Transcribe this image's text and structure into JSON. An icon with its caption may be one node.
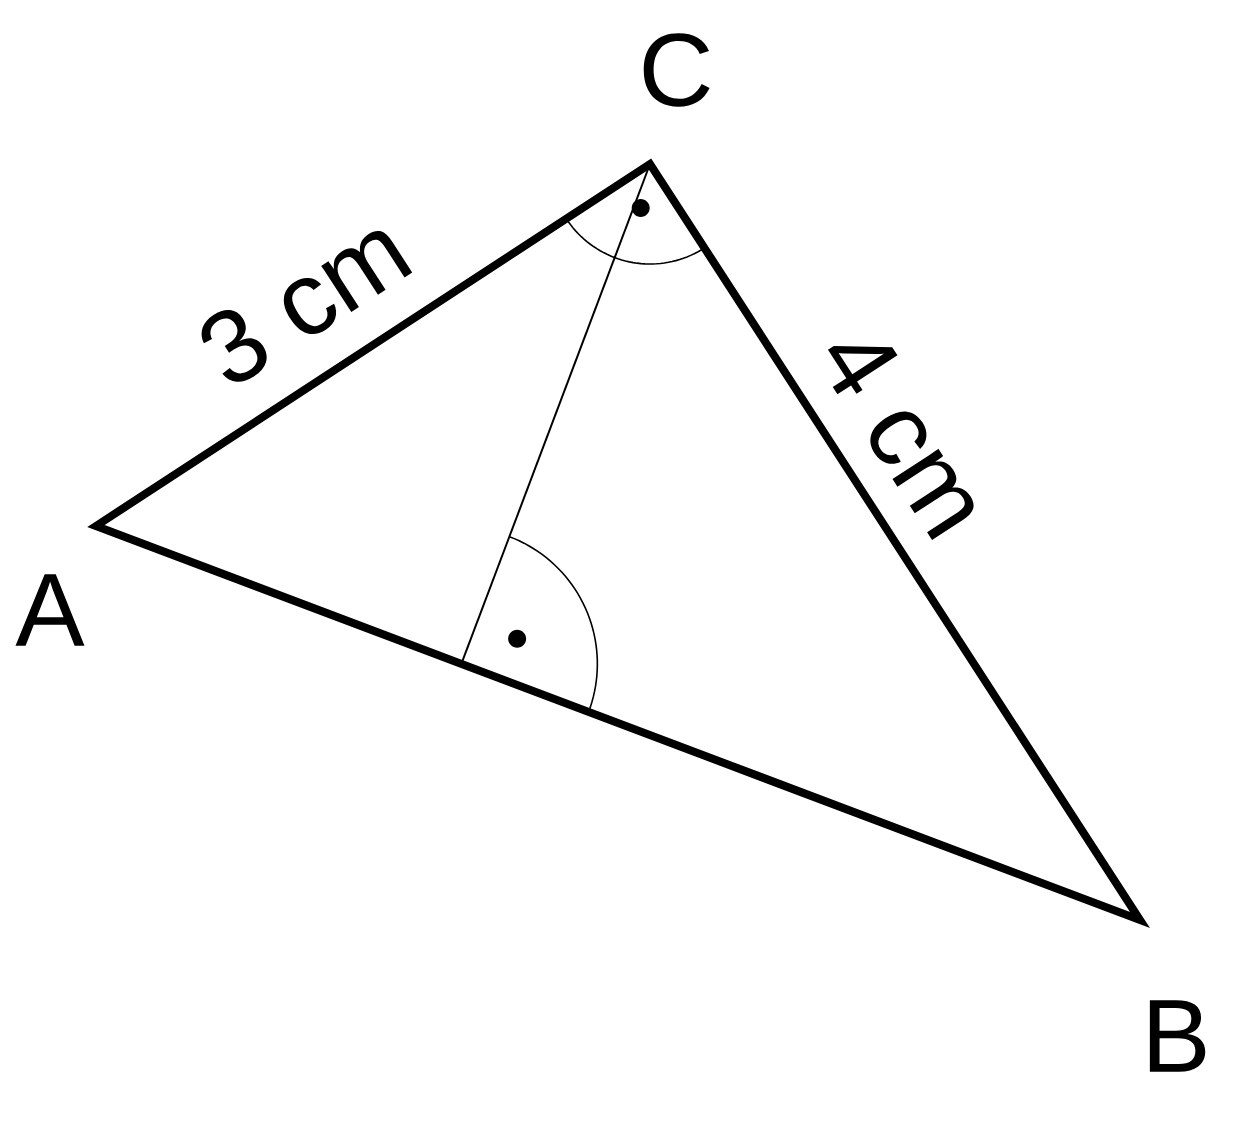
{
  "diagram": {
    "labels": [
      "C",
      "3 cm",
      "4 cm",
      "A",
      "B"
    ]
  }
}
